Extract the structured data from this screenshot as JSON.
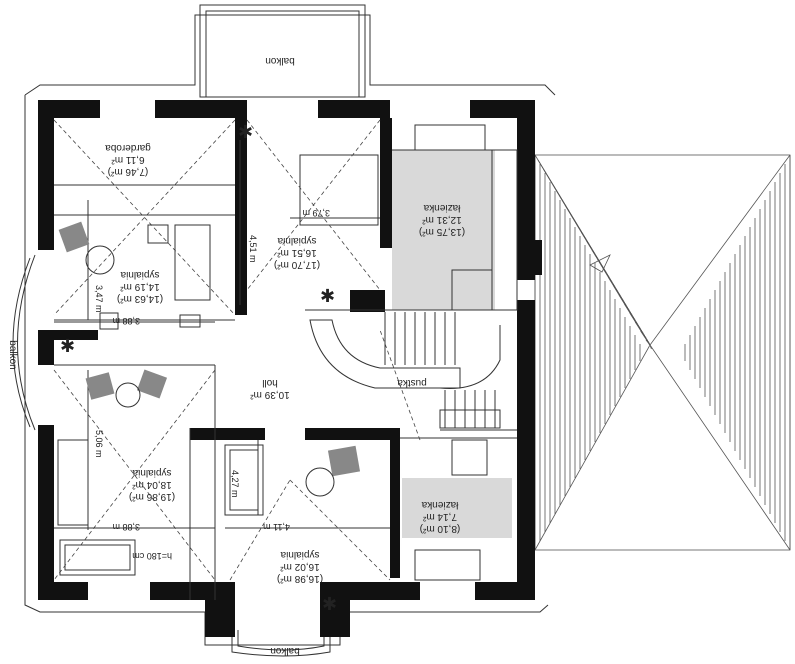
{
  "balconies": {
    "top": "balkon",
    "left": "balkon",
    "bottom": "balkon"
  },
  "rooms": [
    {
      "name": "garderoba",
      "area": "6,11 m²",
      "area_alt": "(7,46 m²)"
    },
    {
      "name": "sypialnia",
      "area": "16,51 m²",
      "area_alt": "(17,70 m²)"
    },
    {
      "name": "łazienka",
      "area": "12,31 m²",
      "area_alt": "(13,75 m²)"
    },
    {
      "name": "sypialnia",
      "area": "14,19 m²",
      "area_alt": "(14,63 m²)"
    },
    {
      "name": "holl",
      "area": "10,39 m²"
    },
    {
      "name": "sypialnia",
      "area": "18,04 m²",
      "area_alt": "(19,86 m²)"
    },
    {
      "name": "łazienka",
      "area": "7,14 m²",
      "area_alt": "(8,10 m²)"
    },
    {
      "name": "sypialnia",
      "area": "16,02 m²",
      "area_alt": "(16,98 m²)"
    }
  ],
  "stairs_label": "pustka",
  "dimensions": {
    "bed_width": "3,79 m",
    "bed_height": "4,51 m",
    "room_w1": "3,88 m",
    "room_h1": "3,47 m",
    "room_h2": "5,06 m",
    "room_w2": "3,88 m",
    "room_w3": "4,11 m",
    "room_h3": "4,27 m",
    "sill": "h=180 cm"
  },
  "colors": {
    "wall": "#111111",
    "bathroom_fill": "#d9d9d9"
  }
}
